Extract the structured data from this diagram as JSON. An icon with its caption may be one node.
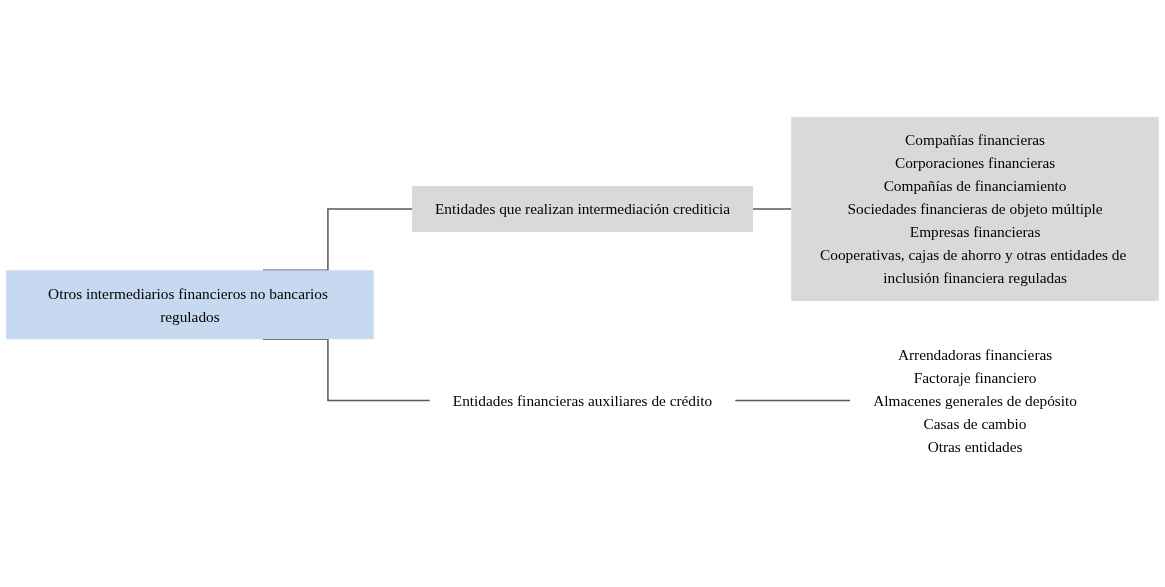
{
  "diagram": {
    "nodes": [
      {
        "text": [
          "Otros intermediarios financieros no bancarios regulados"
        ]
      },
      {
        "text": [
          "Entidades que realizan intermediación crediticia"
        ]
      },
      {
        "text": [
          "Compañías financieras",
          "Corporaciones financieras",
          "Compañías de financiamiento",
          "Sociedades financieras de objeto múltiple",
          "Empresas financieras",
          "Cooperativas, cajas de ahorro y otras entidades de inclusión financiera reguladas"
        ]
      },
      {
        "text": [
          "Entidades financieras auxiliares de crédito"
        ]
      },
      {
        "text": [
          "Arrendadoras financieras",
          "Factoraje financiero",
          "Almacenes generales de depósito",
          "Casas de cambio",
          "Otras entidades"
        ]
      }
    ],
    "edges": [
      {
        "from": 0,
        "to": 1,
        "arrow": "none"
      },
      {
        "from": 0,
        "to": 3,
        "arrow": "none"
      },
      {
        "from": 1,
        "to": 2,
        "arrow": "none"
      },
      {
        "from": 3,
        "to": 4,
        "arrow": "none"
      }
    ]
  }
}
